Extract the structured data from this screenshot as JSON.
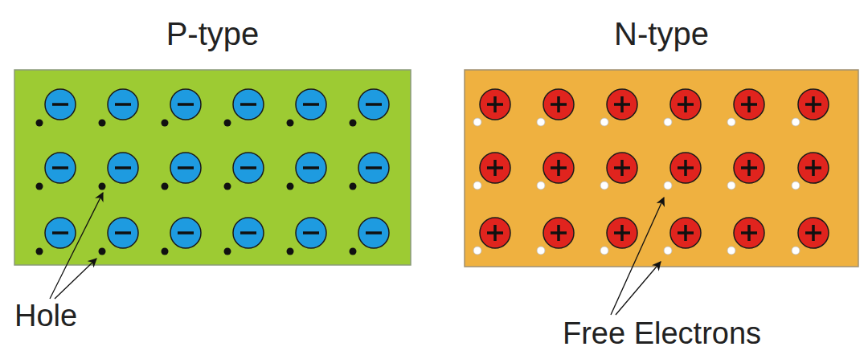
{
  "diagram": {
    "nodes": [
      {
        "text": [
          "P-type"
        ]
      },
      {
        "text": [
          "N-type"
        ]
      }
    ],
    "labels": [
      "Hole",
      "Free Electrons"
    ]
  }
}
